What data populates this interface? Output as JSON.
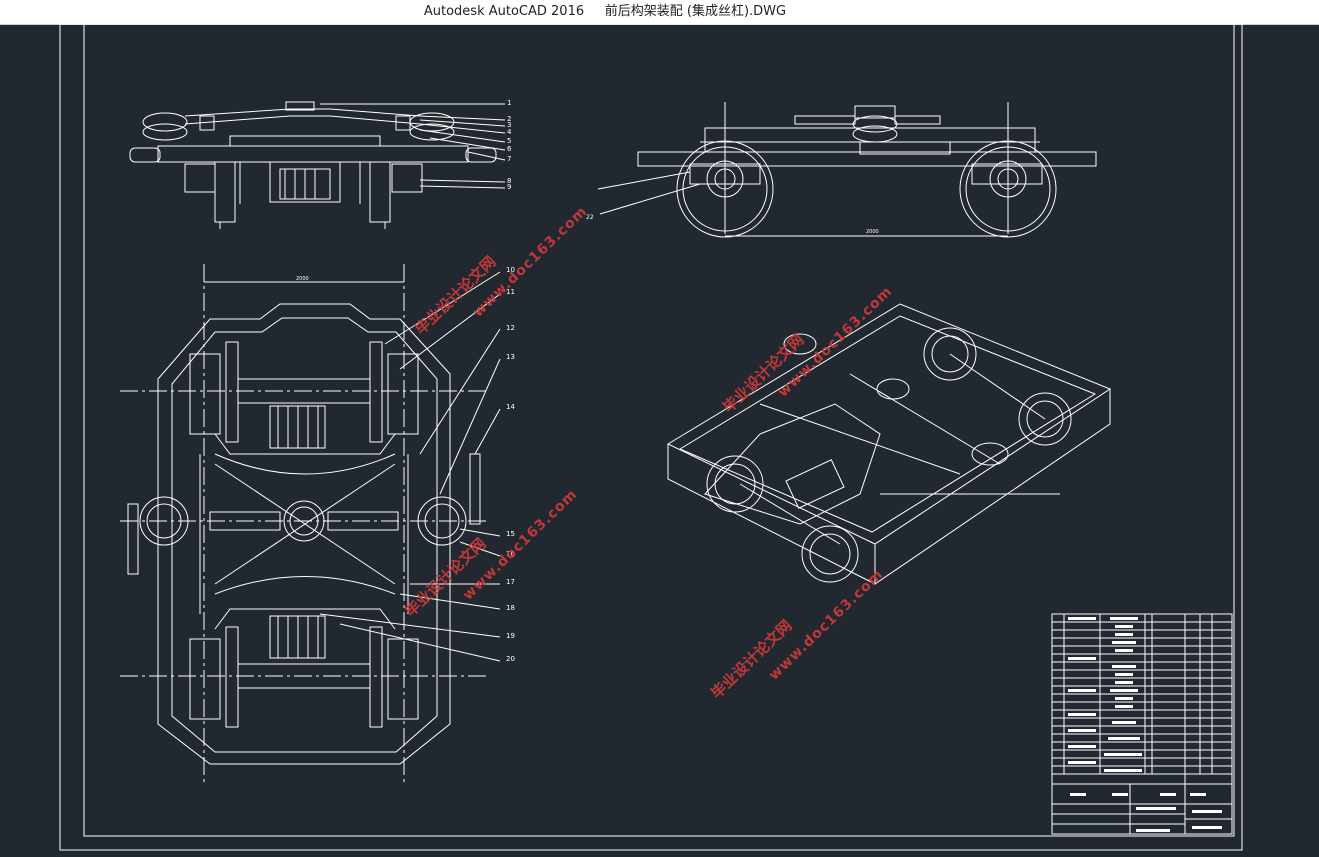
{
  "window": {
    "title": "Autodesk AutoCAD 2016     前后构架装配 (集成丝杠).DWG"
  },
  "drawing": {
    "callouts_top": [
      "1",
      "2",
      "3",
      "4",
      "5",
      "6",
      "7",
      "8",
      "9"
    ],
    "callouts_plan": [
      "10",
      "11",
      "12",
      "13",
      "14",
      "15",
      "16",
      "17",
      "18",
      "19",
      "20"
    ],
    "callout_side": "22",
    "dim_plan_width": "2000",
    "dim_side_wheelbase": "2000"
  },
  "watermarks": {
    "brand": "毕业设计论文网",
    "url": "www.doc163.com"
  },
  "colors": {
    "background": "#212830",
    "line": "#ffffff",
    "watermark": "#d23a3a"
  }
}
